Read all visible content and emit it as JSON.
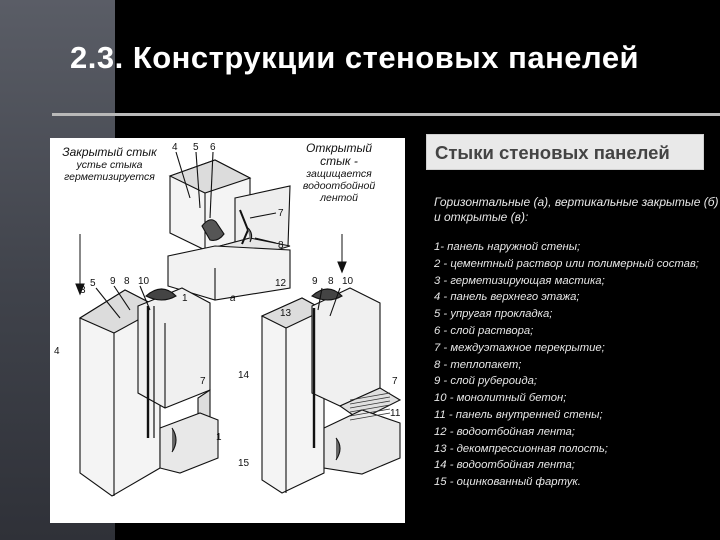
{
  "slide": {
    "title": "2.3. Конструкции стеновых панелей",
    "heading": "Стыки стеновых панелей",
    "subtitle": "Горизонтальные (а), вертикальные закрытые (б) и открытые (в):",
    "colors": {
      "background": "#000000",
      "side_band": "#4a4d55",
      "rule": "#b9b9b9",
      "heading_box": "#e9e9e9"
    }
  },
  "figure": {
    "closed_label": "Закрытый стык",
    "closed_desc": "устье стыка герметизируется",
    "open_label": "Открытый стык -",
    "open_desc": "защищается водоотбойной лентой",
    "letters": [
      "а"
    ],
    "numbers": [
      "4",
      "5",
      "6",
      "7",
      "8",
      "1",
      "3",
      "5",
      "9",
      "8",
      "10",
      "4",
      "7",
      "1",
      "14",
      "7",
      "12",
      "13",
      "9",
      "8",
      "10",
      "11",
      "15"
    ]
  },
  "legend": [
    "1- панель наружной стены;",
    "2 - цементный раствор или полимерный состав;",
    "3 - герметизирующая мастика;",
    "4 - панель верхнего этажа;",
    "5 - упругая прокладка;",
    "6 - слой раствора;",
    "7 - междуэтажное перекрытие;",
    "8 - теплопакет;",
    "9 - слой рубероида;",
    "10 - монолитный бетон;",
    "11 - панель внутренней стены;",
    "12 - водоотбойная лента;",
    "13 - декомпрессионная полость;",
    "14 - водоотбойная лента;",
    "15 - оцинкованный фартук."
  ]
}
